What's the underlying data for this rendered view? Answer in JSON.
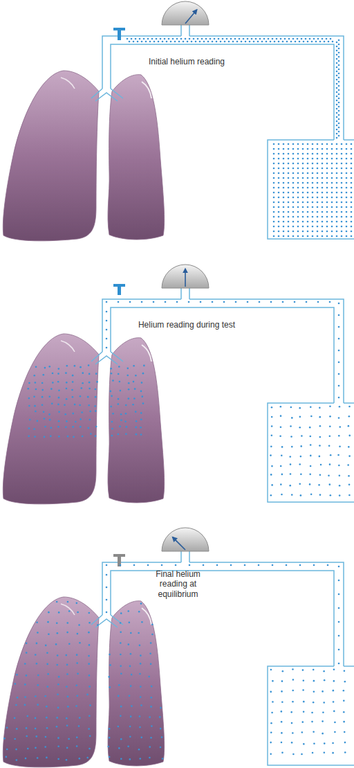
{
  "diagram": {
    "labels": [
      "Initial helium reading",
      "Helium reading during test",
      "Final helium reading at equilibrium"
    ]
  }
}
